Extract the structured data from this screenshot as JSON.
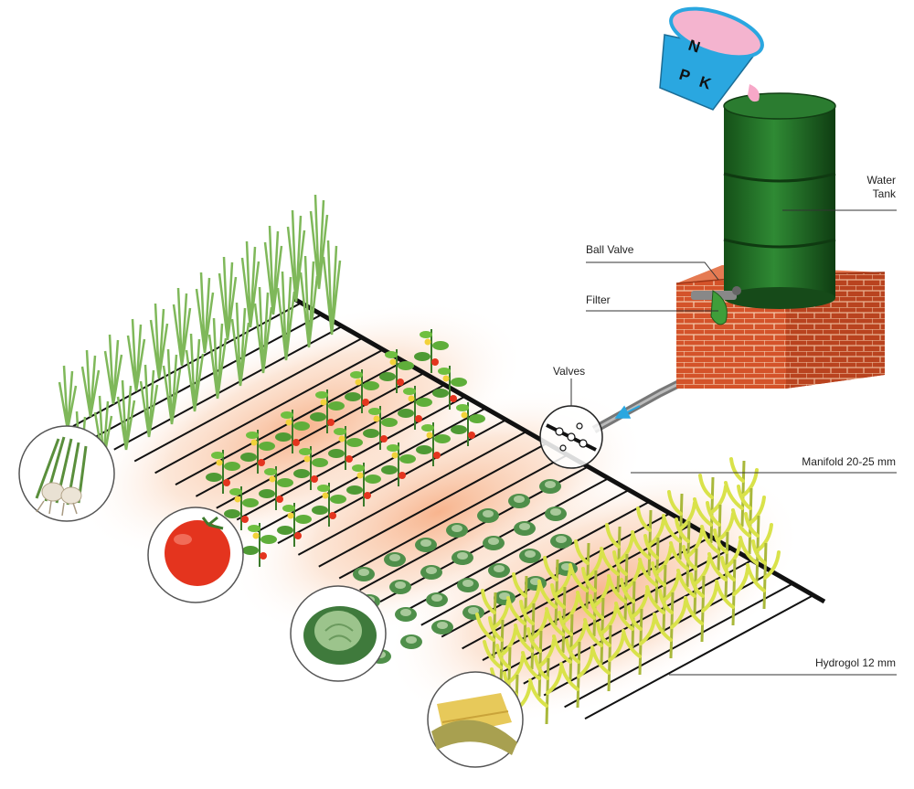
{
  "labels": {
    "water_tank_line1": "Water",
    "water_tank_line2": "Tank",
    "ball_valve": "Ball Valve",
    "filter": "Filter",
    "valves": "Valves",
    "manifold": "Manifold 20-25 mm",
    "hydrogol": "Hydrogol 12 mm"
  },
  "bucket_letters": [
    "N",
    "P",
    "K"
  ],
  "colors": {
    "tank": "#1f6b24",
    "brick": "#d4532a",
    "bucket": "#2aa7e0",
    "bucket_inner": "#f4b4cf",
    "soil_glow": "#f6b48a",
    "pipe": "#111111",
    "onion_leaf": "#7fb85a",
    "tomato_fruit": "#e4341e",
    "cabbage": "#4f8f4a",
    "corn": "#d9e24a"
  },
  "crops": [
    {
      "name": "onion",
      "icon": "onion-icon"
    },
    {
      "name": "tomato",
      "icon": "tomato-icon"
    },
    {
      "name": "cabbage",
      "icon": "cabbage-icon"
    },
    {
      "name": "corn",
      "icon": "corn-icon"
    }
  ]
}
